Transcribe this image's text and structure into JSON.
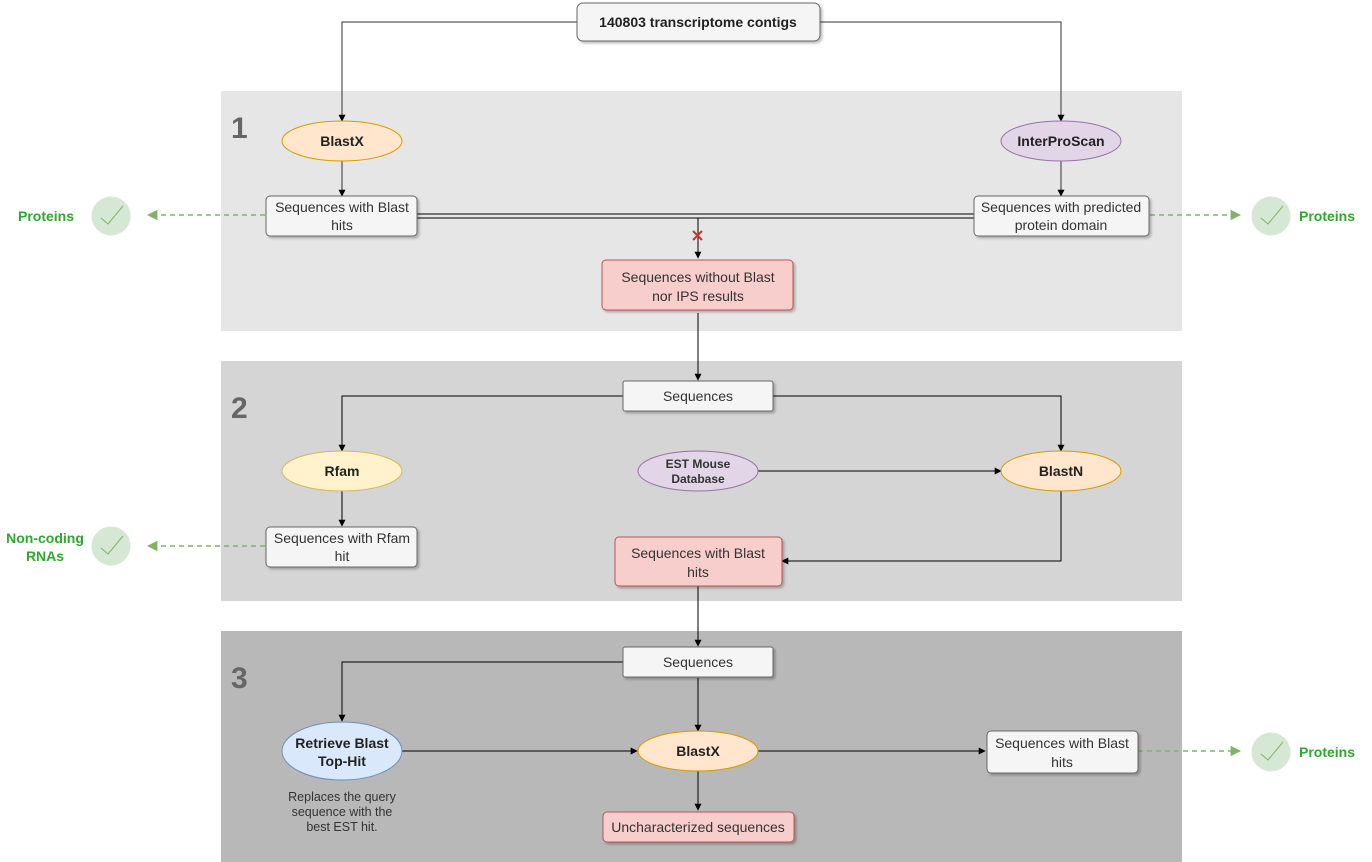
{
  "title": "140803 transcriptome contigs",
  "panels": [
    {
      "number": "1"
    },
    {
      "number": "2"
    },
    {
      "number": "3"
    }
  ],
  "section1": {
    "blastx": "BlastX",
    "interproscan": "InterProScan",
    "blast_hits": [
      "Sequences with Blast",
      "hits"
    ],
    "predicted_domain": [
      "Sequences with predicted",
      "protein domain"
    ],
    "without": [
      "Sequences without Blast",
      "nor IPS results"
    ],
    "proteins_left": "Proteins",
    "proteins_right": "Proteins"
  },
  "section2": {
    "sequences": "Sequences",
    "rfam": "Rfam",
    "est_db": [
      "EST Mouse",
      "Database"
    ],
    "blastn": "BlastN",
    "rfam_hit": [
      "Sequences with Rfam",
      "hit"
    ],
    "blast_hits": [
      "Sequences with Blast",
      "hits"
    ],
    "noncoding": [
      "Non-coding",
      "RNAs"
    ]
  },
  "section3": {
    "sequences": "Sequences",
    "retrieve": [
      "Retrieve Blast",
      "Top-Hit"
    ],
    "note": [
      "Replaces the query",
      "sequence with the",
      "best EST hit."
    ],
    "blastx": "BlastX",
    "blast_hits": [
      "Sequences with Blast",
      "hits"
    ],
    "uncharacterized": "Uncharacterized sequences",
    "proteins": "Proteins"
  },
  "colors": {
    "panel1": "#e6e6e6",
    "panel2": "#d5d5d5",
    "panel3": "#b8b8b8",
    "orange_fill": "#ffe6cc",
    "orange_stroke": "#d79b00",
    "purple_fill": "#e1d5e7",
    "purple_stroke": "#9673a6",
    "yellow_fill": "#fff2cc",
    "yellow_stroke": "#d6b656",
    "blue_fill": "#dae8fc",
    "blue_stroke": "#6c8ebf",
    "red_fill": "#f8cecc",
    "red_stroke": "#b85450",
    "green": "#2ea82e",
    "green_dash": "#82b366",
    "check_fill": "#d5e8d4"
  }
}
